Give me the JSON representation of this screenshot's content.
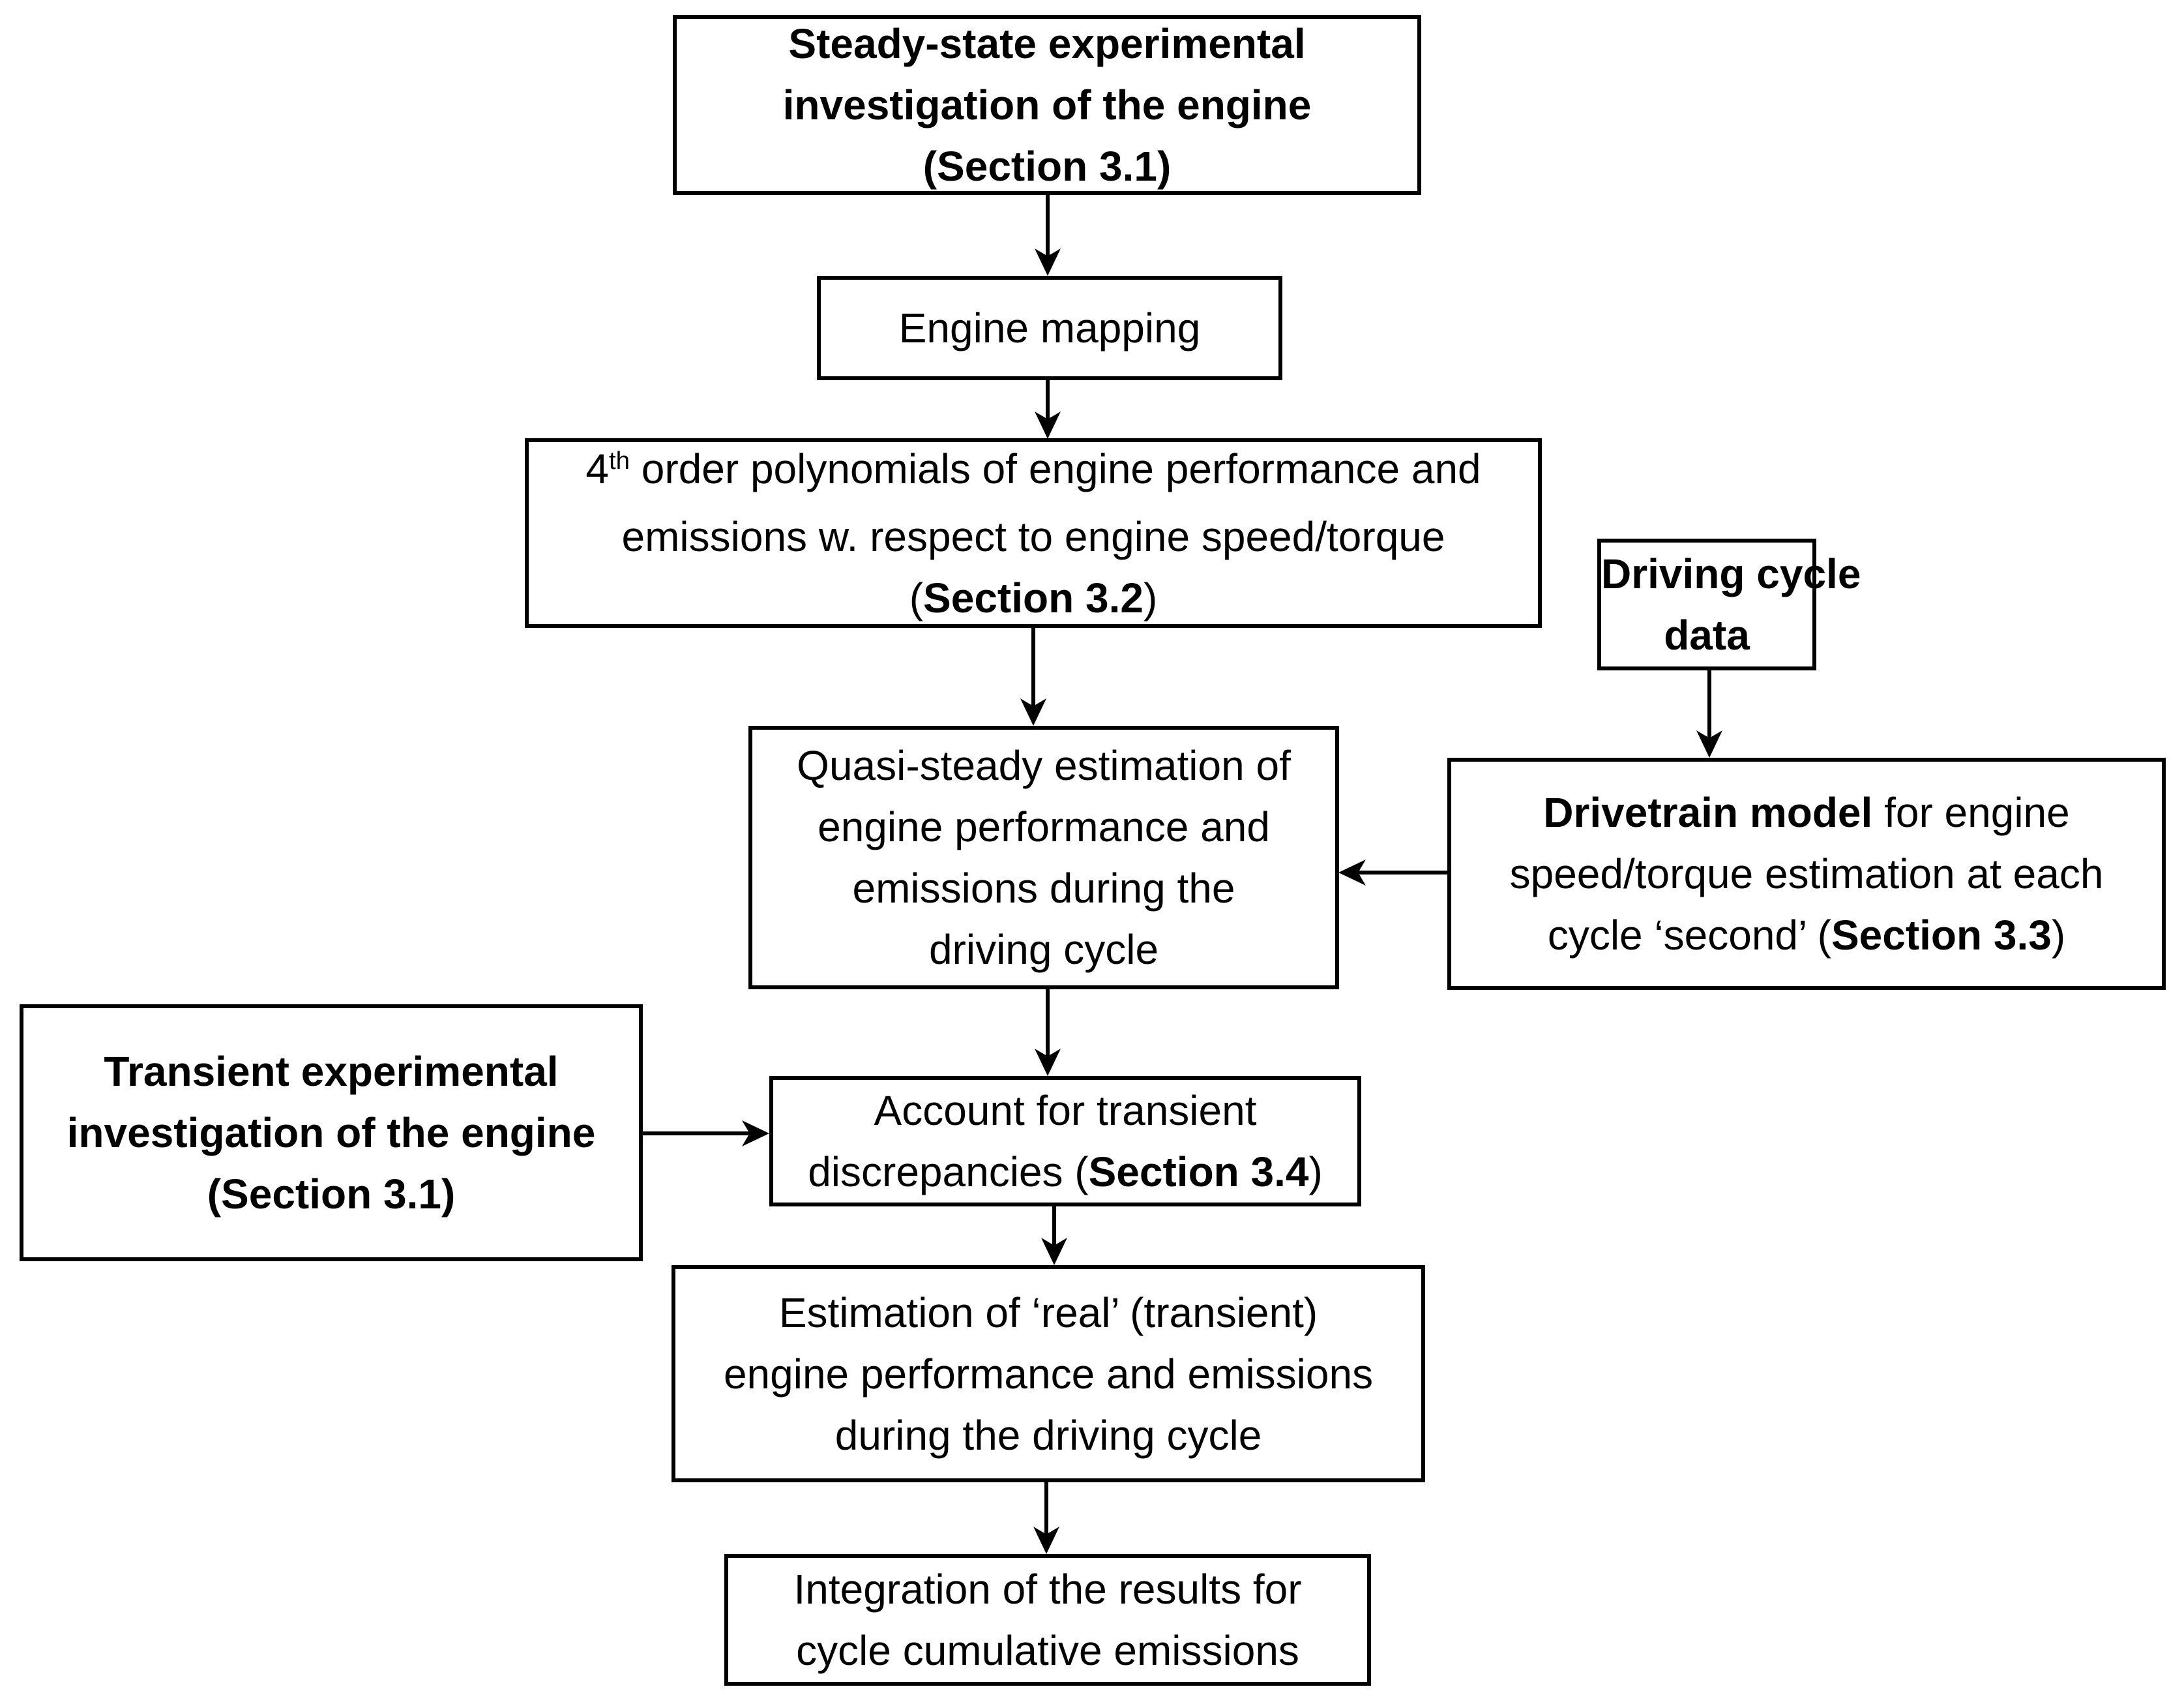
{
  "canvas": {
    "background_color": "#ffffff",
    "line_color": "#000000",
    "text_color": "#000000"
  },
  "nodes": {
    "steady_state": {
      "lines": [
        [
          {
            "t": "Steady-state experimental",
            "b": true
          }
        ],
        [
          {
            "t": "investigation of the engine",
            "b": true
          }
        ],
        [
          {
            "t": "(Section 3.1)",
            "b": true
          }
        ]
      ]
    },
    "engine_mapping": {
      "lines": [
        [
          {
            "t": "Engine mapping"
          }
        ]
      ]
    },
    "polynomials": {
      "lines": [
        [
          {
            "t": "4"
          },
          {
            "t": "th",
            "sup": true
          },
          {
            "t": " order polynomials of engine performance and"
          }
        ],
        [
          {
            "t": "emissions w. respect to engine speed/torque"
          }
        ],
        [
          {
            "t": "("
          },
          {
            "t": "Section 3.2",
            "b": true
          },
          {
            "t": ")"
          }
        ]
      ]
    },
    "driving_cycle": {
      "lines": [
        [
          {
            "t": "Driving cycle",
            "b": true
          }
        ],
        [
          {
            "t": "data",
            "b": true
          }
        ]
      ]
    },
    "quasi_steady": {
      "lines": [
        [
          {
            "t": "Quasi-steady estimation of"
          }
        ],
        [
          {
            "t": "engine performance and"
          }
        ],
        [
          {
            "t": "emissions during the"
          }
        ],
        [
          {
            "t": "driving cycle"
          }
        ]
      ]
    },
    "drivetrain": {
      "lines": [
        [
          {
            "t": "Drivetrain model",
            "b": true
          },
          {
            "t": " for engine"
          }
        ],
        [
          {
            "t": "speed/torque estimation at each"
          }
        ],
        [
          {
            "t": "cycle ‘second’ ("
          },
          {
            "t": "Section 3.3",
            "b": true
          },
          {
            "t": ")"
          }
        ]
      ]
    },
    "transient": {
      "lines": [
        [
          {
            "t": "Transient experimental",
            "b": true
          }
        ],
        [
          {
            "t": "investigation of the engine",
            "b": true
          }
        ],
        [
          {
            "t": "(Section 3.1)",
            "b": true
          }
        ]
      ]
    },
    "account": {
      "lines": [
        [
          {
            "t": "Account for transient"
          }
        ],
        [
          {
            "t": "discrepancies ("
          },
          {
            "t": "Section 3.4",
            "b": true
          },
          {
            "t": ")"
          }
        ]
      ]
    },
    "real_estimation": {
      "lines": [
        [
          {
            "t": "Estimation of ‘real’ (transient)"
          }
        ],
        [
          {
            "t": "engine performance and emissions"
          }
        ],
        [
          {
            "t": "during the driving cycle"
          }
        ]
      ]
    },
    "integration": {
      "lines": [
        [
          {
            "t": "Integration of the results for"
          }
        ],
        [
          {
            "t": "cycle cumulative emissions"
          }
        ]
      ]
    }
  },
  "edges": [
    {
      "from": "steady_state",
      "to": "engine_mapping",
      "direction": "down"
    },
    {
      "from": "engine_mapping",
      "to": "polynomials",
      "direction": "down"
    },
    {
      "from": "polynomials",
      "to": "quasi_steady",
      "direction": "down"
    },
    {
      "from": "driving_cycle",
      "to": "drivetrain",
      "direction": "down"
    },
    {
      "from": "drivetrain",
      "to": "quasi_steady",
      "direction": "left"
    },
    {
      "from": "quasi_steady",
      "to": "account",
      "direction": "down"
    },
    {
      "from": "transient",
      "to": "account",
      "direction": "right"
    },
    {
      "from": "account",
      "to": "real_estimation",
      "direction": "down"
    },
    {
      "from": "real_estimation",
      "to": "integration",
      "direction": "down"
    }
  ]
}
